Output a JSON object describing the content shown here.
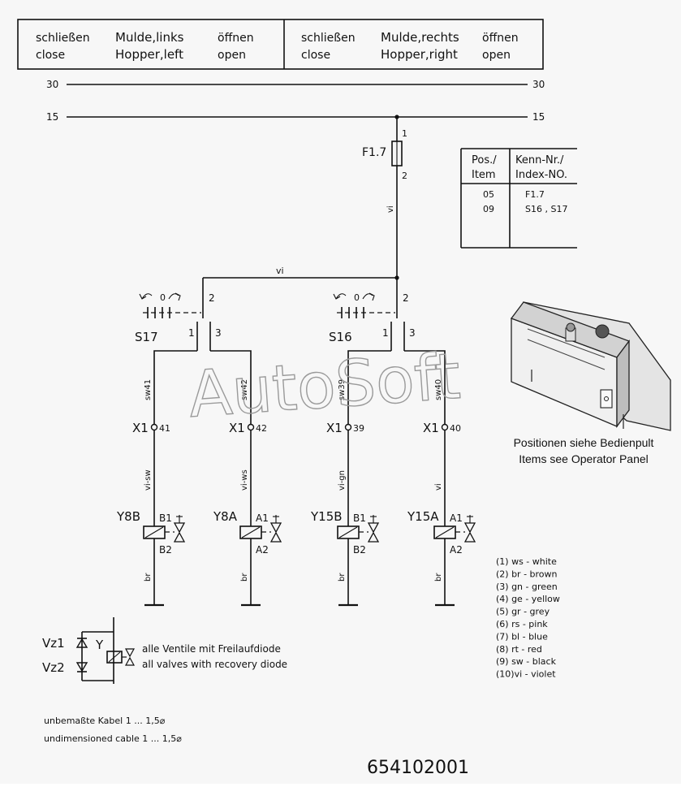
{
  "header": {
    "left": {
      "close_de": "schließen",
      "close_en": "close",
      "title_de": "Mulde,links",
      "title_en": "Hopper,left",
      "open_de": "öffnen",
      "open_en": "open"
    },
    "right": {
      "close_de": "schließen",
      "close_en": "close",
      "title_de": "Mulde,rechts",
      "title_en": "Hopper,right",
      "open_de": "öffnen",
      "open_en": "open"
    }
  },
  "rails": {
    "r30": "30",
    "r15": "15"
  },
  "fuse": {
    "label": "F1.7",
    "pin1": "1",
    "pin2": "2",
    "wire": "vi"
  },
  "bus_wire": "vi",
  "switches": {
    "s17": {
      "label": "S17",
      "pos0": "0",
      "pin1": "1",
      "pin2": "2",
      "pin3": "3"
    },
    "s16": {
      "label": "S16",
      "pos0": "0",
      "pin1": "1",
      "pin2": "2",
      "pin3": "3"
    }
  },
  "item_table": {
    "head_pos_de": "Pos./",
    "head_pos_en": "Item",
    "head_kenn_de": "Kenn-Nr./",
    "head_kenn_en": "Index-NO.",
    "rows": [
      {
        "pos": "05",
        "index": "F1.7"
      },
      {
        "pos": "09",
        "index": "S16 , S17"
      }
    ]
  },
  "circuits": [
    {
      "upper_wire": "sw41",
      "connector": "X1",
      "pin": "41",
      "lower_wire": "vi-sw",
      "valve": "Y8B",
      "t1": "B1",
      "t2": "B2",
      "ground_wire": "br"
    },
    {
      "upper_wire": "sw42",
      "connector": "X1",
      "pin": "42",
      "lower_wire": "vi-ws",
      "valve": "Y8A",
      "t1": "A1",
      "t2": "A2",
      "ground_wire": "br"
    },
    {
      "upper_wire": "sw39",
      "connector": "X1",
      "pin": "39",
      "lower_wire": "vi-gn",
      "valve": "Y15B",
      "t1": "B1",
      "t2": "B2",
      "ground_wire": "br"
    },
    {
      "upper_wire": "sw40",
      "connector": "X1",
      "pin": "40",
      "lower_wire": "vi",
      "valve": "Y15A",
      "t1": "A1",
      "t2": "A2",
      "ground_wire": "br"
    }
  ],
  "operator_panel": {
    "line1": "Positionen siehe Bedienpult",
    "line2": "Items see Operator Panel"
  },
  "color_legend": [
    "(1)  ws  -  white",
    "(2)  br  -  brown",
    "(3)  gn  -  green",
    "(4)  ge  -  yellow",
    "(5)  gr  -  grey",
    "(6)  rs  -  pink",
    "(7)  bl  -  blue",
    "(8)  rt  -  red",
    "(9)  sw  -  black",
    "(10)vi   -  violet"
  ],
  "diode_note": {
    "vz1": "Vz1",
    "vz2": "Vz2",
    "y": "Y",
    "line1": "alle Ventile mit Freilaufdiode",
    "line2": "all valves with recovery diode"
  },
  "cable_note": {
    "line1": "unbemaßte Kabel 1 ... 1,5⌀",
    "line2": "undimensioned cable 1 ... 1,5⌀"
  },
  "drawing_number": "654102001",
  "watermark": "AutoSoft"
}
